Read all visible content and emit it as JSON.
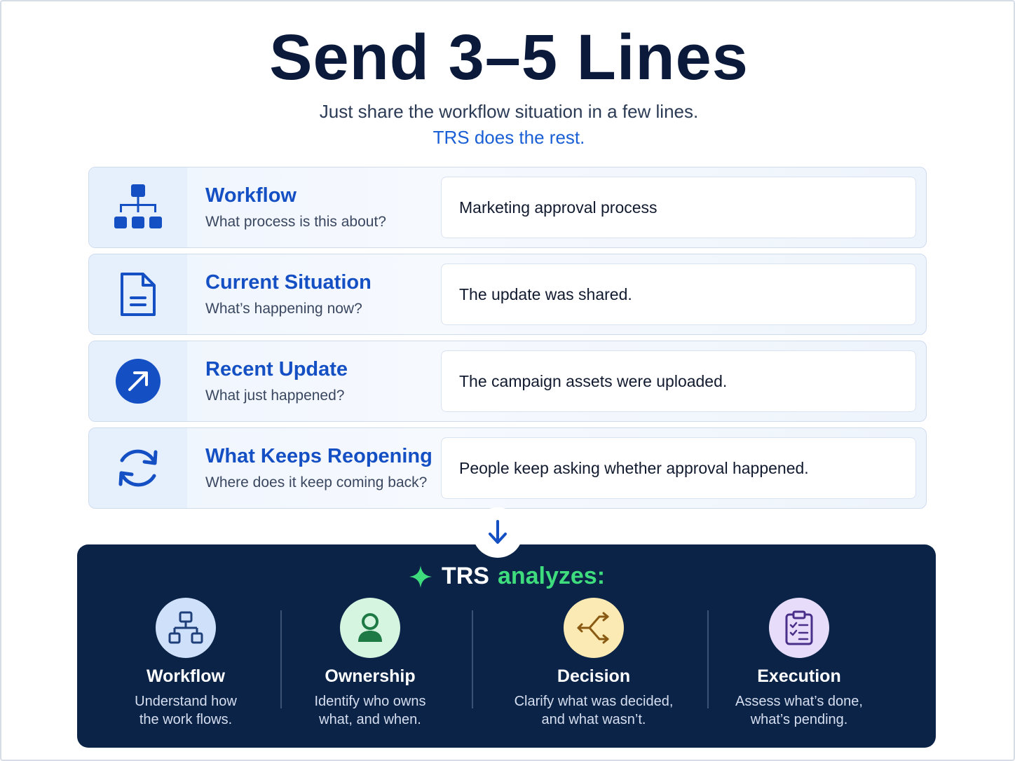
{
  "header": {
    "title": "Send 3–5 Lines",
    "subtitle": "Just share the workflow situation in a few lines.",
    "subtitle_accent": "TRS does the rest."
  },
  "rows": [
    {
      "icon": "hierarchy-icon",
      "label": "Workflow",
      "question": "What process is this about?",
      "answer": "Marketing approval process"
    },
    {
      "icon": "document-icon",
      "label": "Current Situation",
      "question": "What’s happening now?",
      "answer": "The update was shared."
    },
    {
      "icon": "arrow-up-right-icon",
      "label": "Recent Update",
      "question": "What just happened?",
      "answer": "The campaign assets were uploaded."
    },
    {
      "icon": "refresh-icon",
      "label": "What Keeps Reopening",
      "question": "Where does it keep coming back?",
      "answer": "People keep asking whether approval happened."
    }
  ],
  "panel": {
    "title_prefix": "TRS",
    "title_accent": "analyzes:",
    "columns": [
      {
        "icon": "workflow-icon",
        "title": "Workflow",
        "desc_line1": "Understand how",
        "desc_line2": "the work flows.",
        "color": "#cfe0fb"
      },
      {
        "icon": "person-icon",
        "title": "Ownership",
        "desc_line1": "Identify who owns",
        "desc_line2": "what, and when.",
        "color": "#d6f5e1"
      },
      {
        "icon": "split-arrow-icon",
        "title": "Decision",
        "desc_line1": "Clarify what was decided,",
        "desc_line2": "and what wasn’t.",
        "color": "#fbeab3"
      },
      {
        "icon": "clipboard-check-icon",
        "title": "Execution",
        "desc_line1": "Assess what’s done,",
        "desc_line2": "what’s pending.",
        "color": "#e7ddfa"
      }
    ]
  },
  "colors": {
    "brand_blue": "#1450c4",
    "navy": "#0a2347",
    "accent_green": "#3fdc7e"
  }
}
